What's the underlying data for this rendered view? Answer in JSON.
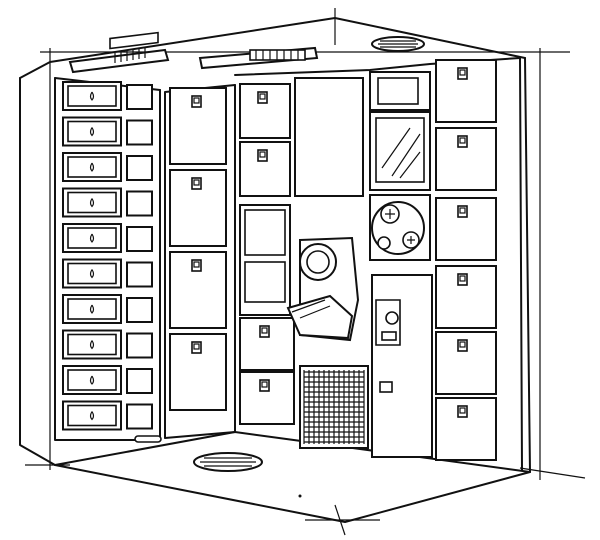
{
  "illustration": {
    "subject": "",
    "style": "black-and-white line drawing",
    "colors": {
      "ink": "#111111",
      "paper": "#ffffff"
    },
    "left_wall": {
      "drawer_rows": 10,
      "right_column_lockers": 4
    },
    "center_wall": {
      "left_column_lockers": 2,
      "right_column_lockers": 5
    },
    "right_wall": {
      "lockers": 6
    },
    "ceiling_lights": 2,
    "floor_vents": 1,
    "ceiling_vents": 1,
    "icons": [
      "ceiling-light-icon",
      "vent-grille-icon",
      "latch-icon",
      "gauge-icon",
      "handle-icon"
    ]
  }
}
